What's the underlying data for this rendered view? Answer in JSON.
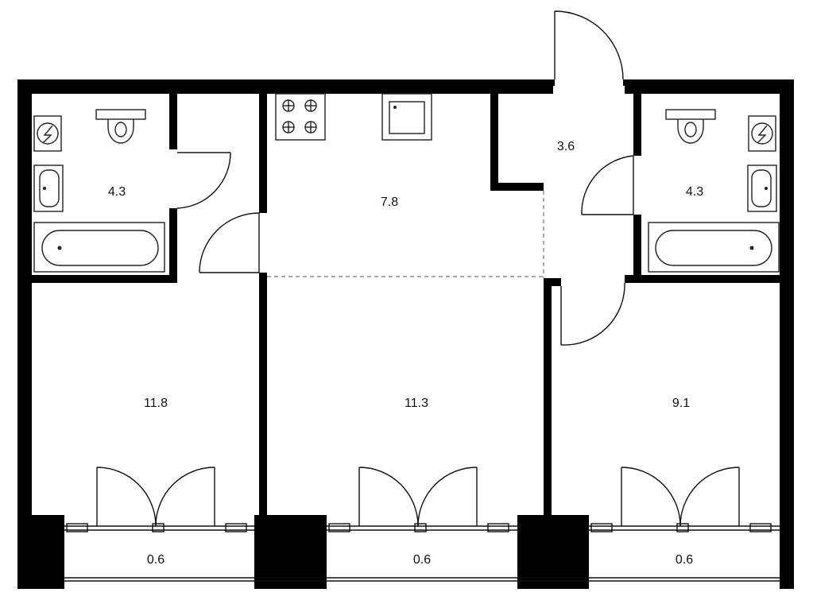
{
  "rooms": {
    "bath_left": {
      "area": "4.3"
    },
    "kitchen": {
      "area": "7.8"
    },
    "hall": {
      "area": "3.6"
    },
    "bath_right": {
      "area": "4.3"
    },
    "bedroom_left": {
      "area": "11.8"
    },
    "living": {
      "area": "11.3"
    },
    "bedroom_right": {
      "area": "9.1"
    },
    "balcony_left": {
      "area": "0.6"
    },
    "balcony_middle": {
      "area": "0.6"
    },
    "balcony_right": {
      "area": "0.6"
    }
  }
}
